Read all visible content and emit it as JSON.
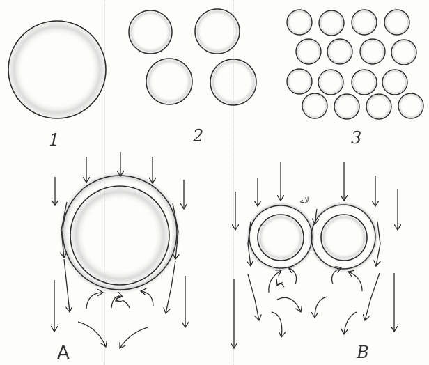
{
  "labels": {
    "set1": "1",
    "set2": "2",
    "set3": "3",
    "diagramA": "A",
    "diagramB": "B",
    "gap_note": "لاے"
  },
  "colors": {
    "stroke": "#2c2c2c",
    "halo": "#c9c9c9",
    "paper": "#fdfdfb"
  }
}
